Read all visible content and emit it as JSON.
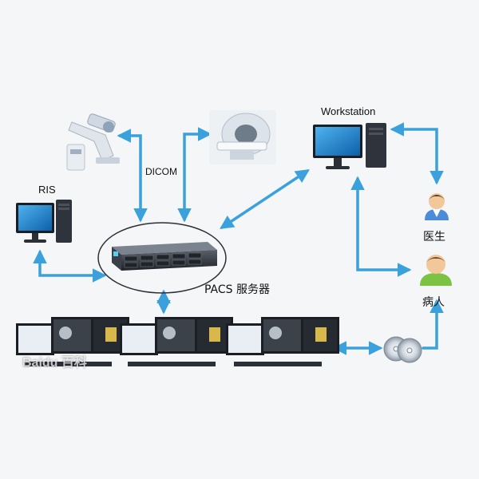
{
  "labels": {
    "workstation": "Workstation",
    "ris": "RIS",
    "dicom": "DICOM",
    "pacs_server": "PACS 服务器",
    "doctor": "医生",
    "patient": "病人"
  },
  "watermark": "Baidu 百科",
  "colors": {
    "arrow": "#3ba1dc",
    "screen_blue": "#1e8fd6",
    "device_dark": "#2b2f36",
    "person_green": "#7cc243",
    "person_skin": "#f2c79a"
  },
  "nodes": [
    {
      "name": "xray-machine-icon"
    },
    {
      "name": "ct-scanner-icon"
    },
    {
      "name": "workstation-computer-icon"
    },
    {
      "name": "ris-computer-icon"
    },
    {
      "name": "pacs-server-icon"
    },
    {
      "name": "doctor-icon"
    },
    {
      "name": "patient-icon"
    },
    {
      "name": "viewer-station-icon"
    },
    {
      "name": "cd-disc-icon"
    }
  ]
}
